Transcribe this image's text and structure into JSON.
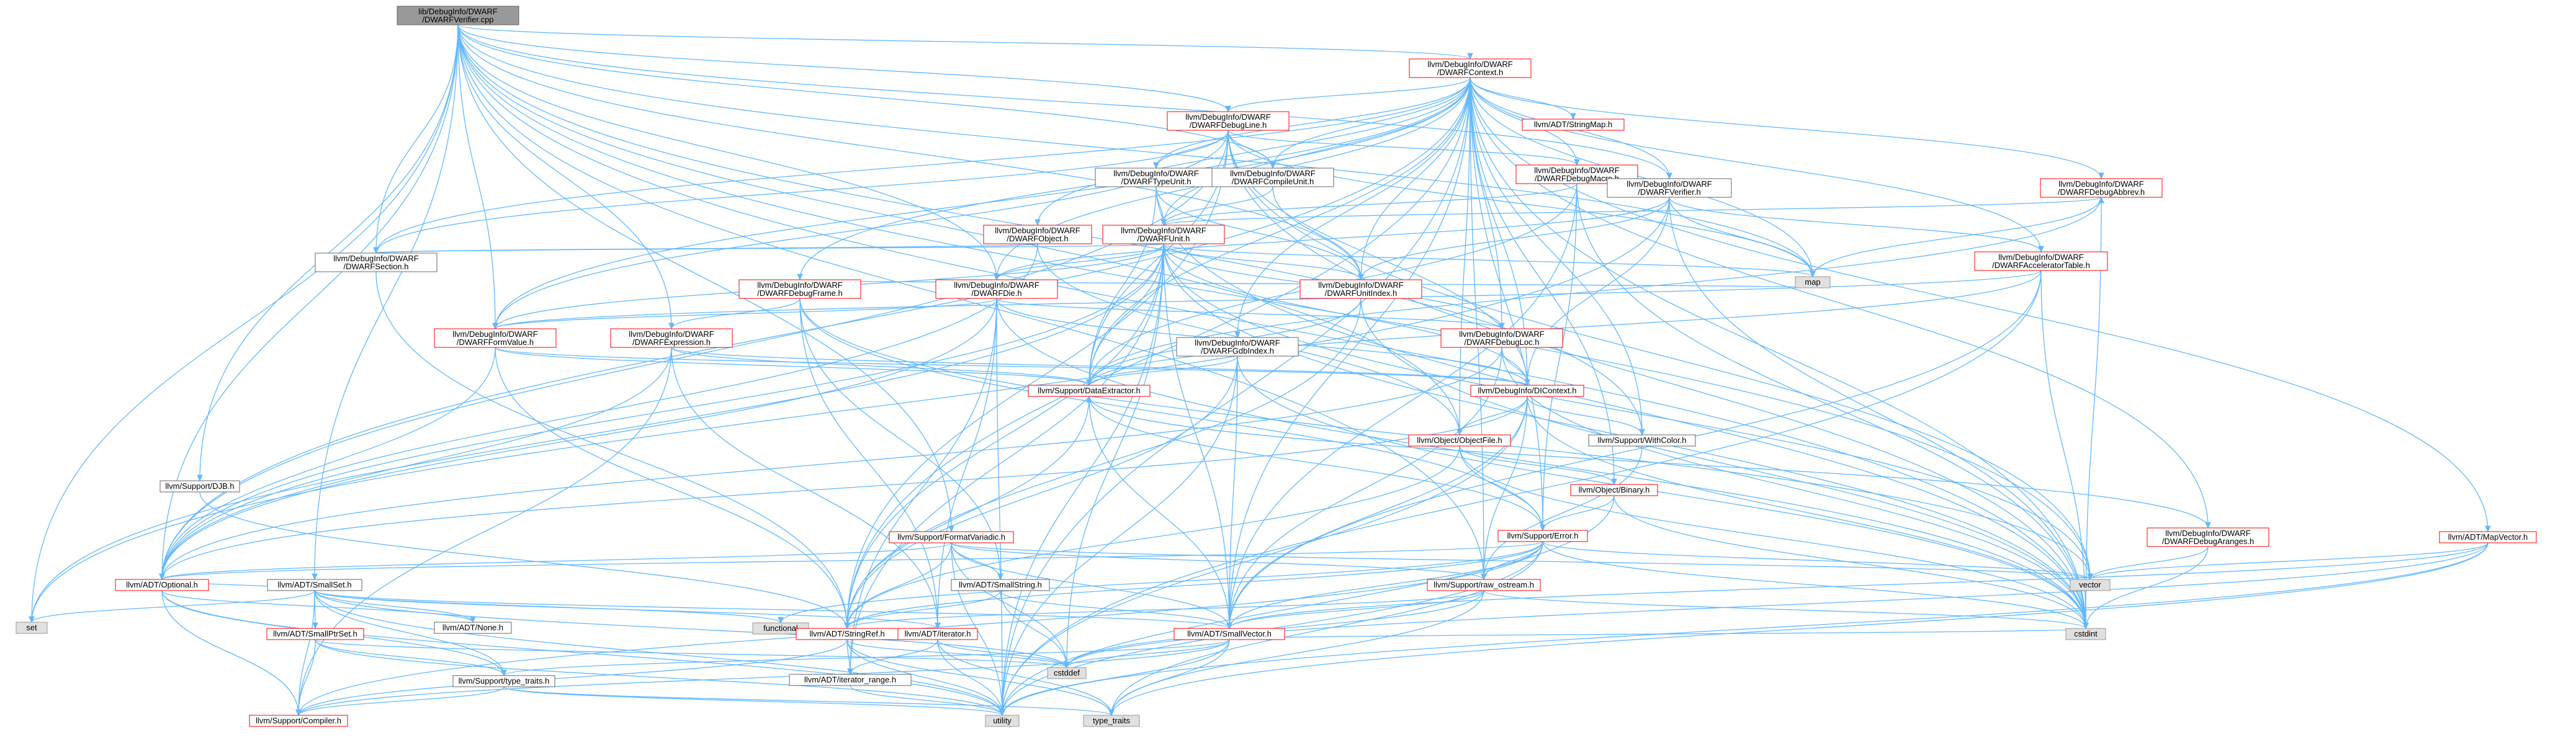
{
  "nodes": [
    {
      "id": "root",
      "lines": [
        "lib/DebugInfo/DWARF",
        "/DWARFVerifier.cpp"
      ],
      "style": "root"
    },
    {
      "id": "DWARFContext",
      "lines": [
        "llvm/DebugInfo/DWARF",
        "/DWARFContext.h"
      ],
      "style": "red"
    },
    {
      "id": "DWARFDebugLine",
      "lines": [
        "llvm/DebugInfo/DWARF",
        "/DWARFDebugLine.h"
      ],
      "style": "red"
    },
    {
      "id": "StringMap",
      "lines": [
        "llvm/ADT/StringMap.h"
      ],
      "style": "red"
    },
    {
      "id": "DWARFTypeUnit",
      "lines": [
        "llvm/DebugInfo/DWARF",
        "/DWARFTypeUnit.h"
      ],
      "style": "black"
    },
    {
      "id": "DWARFCompileUnit",
      "lines": [
        "llvm/DebugInfo/DWARF",
        "/DWARFCompileUnit.h"
      ],
      "style": "black"
    },
    {
      "id": "DWARFDebugMacro",
      "lines": [
        "llvm/DebugInfo/DWARF",
        "/DWARFDebugMacro.h"
      ],
      "style": "red"
    },
    {
      "id": "DWARFDebugAbbrev",
      "lines": [
        "llvm/DebugInfo/DWARF",
        "/DWARFDebugAbbrev.h"
      ],
      "style": "red"
    },
    {
      "id": "DWARFObject",
      "lines": [
        "llvm/DebugInfo/DWARF",
        "/DWARFObject.h"
      ],
      "style": "red"
    },
    {
      "id": "DWARFUnit",
      "lines": [
        "llvm/DebugInfo/DWARF",
        "/DWARFUnit.h"
      ],
      "style": "red"
    },
    {
      "id": "DWARFVerifier",
      "lines": [
        "llvm/DebugInfo/DWARF",
        "/DWARFVerifier.h"
      ],
      "style": "black"
    },
    {
      "id": "map",
      "lines": [
        "map"
      ],
      "style": "grey"
    },
    {
      "id": "DWARFAcceleratorTable",
      "lines": [
        "llvm/DebugInfo/DWARF",
        "/DWARFAcceleratorTable.h"
      ],
      "style": "red"
    },
    {
      "id": "DWARFSection",
      "lines": [
        "llvm/DebugInfo/DWARF",
        "/DWARFSection.h"
      ],
      "style": "black"
    },
    {
      "id": "DWARFDebugFrame",
      "lines": [
        "llvm/DebugInfo/DWARF",
        "/DWARFDebugFrame.h"
      ],
      "style": "red"
    },
    {
      "id": "DWARFDie",
      "lines": [
        "llvm/DebugInfo/DWARF",
        "/DWARFDie.h"
      ],
      "style": "red"
    },
    {
      "id": "DWARFUnitIndex",
      "lines": [
        "llvm/DebugInfo/DWARF",
        "/DWARFUnitIndex.h"
      ],
      "style": "red"
    },
    {
      "id": "DWARFFormValue",
      "lines": [
        "llvm/DebugInfo/DWARF",
        "/DWARFFormValue.h"
      ],
      "style": "red"
    },
    {
      "id": "DWARFExpression",
      "lines": [
        "llvm/DebugInfo/DWARF",
        "/DWARFExpression.h"
      ],
      "style": "red"
    },
    {
      "id": "DWARFGdbIndex",
      "lines": [
        "llvm/DebugInfo/DWARF",
        "/DWARFGdbIndex.h"
      ],
      "style": "black"
    },
    {
      "id": "DWARFDebugLoc",
      "lines": [
        "llvm/DebugInfo/DWARF",
        "/DWARFDebugLoc.h"
      ],
      "style": "red"
    },
    {
      "id": "DataExtractor",
      "lines": [
        "llvm/Support/DataExtractor.h"
      ],
      "style": "red"
    },
    {
      "id": "DIContext",
      "lines": [
        "llvm/DebugInfo/DIContext.h"
      ],
      "style": "red"
    },
    {
      "id": "ObjectFile",
      "lines": [
        "llvm/Object/ObjectFile.h"
      ],
      "style": "red"
    },
    {
      "id": "WithColor",
      "lines": [
        "llvm/Support/WithColor.h"
      ],
      "style": "black"
    },
    {
      "id": "Binary",
      "lines": [
        "llvm/Object/Binary.h"
      ],
      "style": "red"
    },
    {
      "id": "DJB",
      "lines": [
        "llvm/Support/DJB.h"
      ],
      "style": "black"
    },
    {
      "id": "FormatVariadic",
      "lines": [
        "llvm/Support/FormatVariadic.h"
      ],
      "style": "red"
    },
    {
      "id": "Error",
      "lines": [
        "llvm/Support/Error.h"
      ],
      "style": "red"
    },
    {
      "id": "DWARFDebugArangeSet",
      "lines": [
        "llvm/DebugInfo/DWARF",
        "/DWARFDebugAranges.h"
      ],
      "style": "red"
    },
    {
      "id": "MapVector",
      "lines": [
        "llvm/ADT/MapVector.h"
      ],
      "style": "red"
    },
    {
      "id": "Optional",
      "lines": [
        "llvm/ADT/Optional.h"
      ],
      "style": "red"
    },
    {
      "id": "SmallSet",
      "lines": [
        "llvm/ADT/SmallSet.h"
      ],
      "style": "black"
    },
    {
      "id": "SmallString",
      "lines": [
        "llvm/ADT/SmallString.h"
      ],
      "style": "black"
    },
    {
      "id": "raw_ostream",
      "lines": [
        "llvm/Support/raw_ostream.h"
      ],
      "style": "red"
    },
    {
      "id": "vector",
      "lines": [
        "vector"
      ],
      "style": "grey"
    },
    {
      "id": "set",
      "lines": [
        "set"
      ],
      "style": "grey"
    },
    {
      "id": "SmallPtrSet",
      "lines": [
        "llvm/ADT/SmallPtrSet.h"
      ],
      "style": "red"
    },
    {
      "id": "None",
      "lines": [
        "llvm/ADT/None.h"
      ],
      "style": "black"
    },
    {
      "id": "functional",
      "lines": [
        "functional"
      ],
      "style": "grey"
    },
    {
      "id": "StringRef",
      "lines": [
        "llvm/ADT/StringRef.h"
      ],
      "style": "red"
    },
    {
      "id": "iterator",
      "lines": [
        "llvm/ADT/iterator.h"
      ],
      "style": "red"
    },
    {
      "id": "SmallVector",
      "lines": [
        "llvm/ADT/SmallVector.h"
      ],
      "style": "red"
    },
    {
      "id": "cstdint",
      "lines": [
        "cstdint"
      ],
      "style": "grey"
    },
    {
      "id": "cstddef",
      "lines": [
        "cstddef"
      ],
      "style": "grey"
    },
    {
      "id": "type_traits_h",
      "lines": [
        "llvm/Support/type_traits.h"
      ],
      "style": "black"
    },
    {
      "id": "iterator_range",
      "lines": [
        "llvm/ADT/iterator_range.h"
      ],
      "style": "black"
    },
    {
      "id": "Compiler",
      "lines": [
        "llvm/Support/Compiler.h"
      ],
      "style": "red"
    },
    {
      "id": "utility",
      "lines": [
        "utility"
      ],
      "style": "grey"
    },
    {
      "id": "type_traits",
      "lines": [
        "type_traits"
      ],
      "style": "grey"
    }
  ],
  "edges": [
    [
      "root",
      "DWARFContext"
    ],
    [
      "root",
      "DWARFDebugLine"
    ],
    [
      "root",
      "DWARFVerifier"
    ],
    [
      "root",
      "DWARFSection"
    ],
    [
      "root",
      "DWARFDie"
    ],
    [
      "root",
      "DWARFFormValue"
    ],
    [
      "root",
      "DWARFExpression"
    ],
    [
      "root",
      "DWARFCompileUnit"
    ],
    [
      "root",
      "DJB"
    ],
    [
      "root",
      "FormatVariadic"
    ],
    [
      "root",
      "WithColor"
    ],
    [
      "root",
      "raw_ostream"
    ],
    [
      "root",
      "map"
    ],
    [
      "root",
      "set"
    ],
    [
      "root",
      "vector"
    ],
    [
      "root",
      "SmallSet"
    ],
    [
      "root",
      "Optional"
    ],
    [
      "root",
      "DWARFUnitIndex"
    ],
    [
      "root",
      "ObjectFile"
    ],
    [
      "root",
      "cstdint"
    ],
    [
      "DWARFContext",
      "DWARFDebugLine"
    ],
    [
      "DWARFContext",
      "StringMap"
    ],
    [
      "DWARFContext",
      "DWARFTypeUnit"
    ],
    [
      "DWARFContext",
      "DWARFCompileUnit"
    ],
    [
      "DWARFContext",
      "DWARFDebugMacro"
    ],
    [
      "DWARFContext",
      "DWARFDebugAbbrev"
    ],
    [
      "DWARFContext",
      "DWARFObject"
    ],
    [
      "DWARFContext",
      "DWARFUnit"
    ],
    [
      "DWARFContext",
      "DWARFVerifier"
    ],
    [
      "DWARFContext",
      "DWARFAcceleratorTable"
    ],
    [
      "DWARFContext",
      "DWARFDebugFrame"
    ],
    [
      "DWARFContext",
      "DWARFDie"
    ],
    [
      "DWARFContext",
      "DWARFUnitIndex"
    ],
    [
      "DWARFContext",
      "DWARFGdbIndex"
    ],
    [
      "DWARFContext",
      "DWARFDebugLoc"
    ],
    [
      "DWARFContext",
      "DataExtractor"
    ],
    [
      "DWARFContext",
      "DIContext"
    ],
    [
      "DWARFContext",
      "ObjectFile"
    ],
    [
      "DWARFContext",
      "WithColor"
    ],
    [
      "DWARFContext",
      "Binary"
    ],
    [
      "DWARFContext",
      "Error"
    ],
    [
      "DWARFContext",
      "DWARFDebugArangeSet"
    ],
    [
      "DWARFContext",
      "MapVector"
    ],
    [
      "DWARFContext",
      "Optional"
    ],
    [
      "DWARFContext",
      "SmallVector"
    ],
    [
      "DWARFContext",
      "StringRef"
    ],
    [
      "DWARFContext",
      "map"
    ],
    [
      "DWARFContext",
      "cstdint"
    ],
    [
      "DWARFContext",
      "utility"
    ],
    [
      "DWARFContext",
      "DWARFSection"
    ],
    [
      "DWARFContext",
      "DWARFFormValue"
    ],
    [
      "DWARFContext",
      "raw_ostream"
    ],
    [
      "DWARFDebugLine",
      "DWARFTypeUnit"
    ],
    [
      "DWARFDebugLine",
      "DWARFCompileUnit"
    ],
    [
      "DWARFDebugLine",
      "DWARFFormValue"
    ],
    [
      "DWARFDebugLine",
      "DIContext"
    ],
    [
      "DWARFDebugLine",
      "StringRef"
    ],
    [
      "DWARFDebugLine",
      "map"
    ],
    [
      "DWARFDebugLine",
      "vector"
    ],
    [
      "DWARFDebugLine",
      "cstdint"
    ],
    [
      "DWARFDebugLine",
      "DataExtractor"
    ],
    [
      "DWARFDebugLine",
      "DWARFDebugMacro"
    ],
    [
      "DWARFDebugLine",
      "DWARFSection"
    ],
    [
      "DWARFDebugLine",
      "Optional"
    ],
    [
      "DWARFTypeUnit",
      "DWARFUnit"
    ],
    [
      "DWARFTypeUnit",
      "DWARFUnitIndex"
    ],
    [
      "DWARFTypeUnit",
      "DataExtractor"
    ],
    [
      "DWARFTypeUnit",
      "cstdint"
    ],
    [
      "DWARFCompileUnit",
      "DWARFUnit"
    ],
    [
      "DWARFCompileUnit",
      "DWARFUnitIndex"
    ],
    [
      "DWARFDebugMacro",
      "DataExtractor"
    ],
    [
      "DWARFDebugMacro",
      "SmallVector"
    ],
    [
      "DWARFDebugMacro",
      "Error"
    ],
    [
      "DWARFDebugMacro",
      "cstdint"
    ],
    [
      "DWARFDebugMacro",
      "DWARFUnit"
    ],
    [
      "DWARFDebugAbbrev",
      "map"
    ],
    [
      "DWARFDebugAbbrev",
      "cstdint"
    ],
    [
      "DWARFDebugAbbrev",
      "DataExtractor"
    ],
    [
      "DWARFObject",
      "DWARFSection"
    ],
    [
      "DWARFObject",
      "ObjectFile"
    ],
    [
      "DWARFObject",
      "Optional"
    ],
    [
      "DWARFUnit",
      "DWARFDie"
    ],
    [
      "DWARFUnit",
      "DWARFUnitIndex"
    ],
    [
      "DWARFUnit",
      "DWARFFormValue"
    ],
    [
      "DWARFUnit",
      "DWARFSection"
    ],
    [
      "DWARFUnit",
      "DWARFDebugLoc"
    ],
    [
      "DWARFUnit",
      "DataExtractor"
    ],
    [
      "DWARFUnit",
      "DIContext"
    ],
    [
      "DWARFUnit",
      "Optional"
    ],
    [
      "DWARFUnit",
      "SmallVector"
    ],
    [
      "DWARFUnit",
      "StringRef"
    ],
    [
      "DWARFUnit",
      "iterator_range"
    ],
    [
      "DWARFUnit",
      "map"
    ],
    [
      "DWARFUnit",
      "vector"
    ],
    [
      "DWARFUnit",
      "cstdint"
    ],
    [
      "DWARFUnit",
      "cstddef"
    ],
    [
      "DWARFUnit",
      "utility"
    ],
    [
      "DWARFUnit",
      "set"
    ],
    [
      "DWARFUnit",
      "DWARFDebugAbbrev"
    ],
    [
      "DWARFVerifier",
      "DWARFAcceleratorTable"
    ],
    [
      "DWARFVerifier",
      "DWARFUnitIndex"
    ],
    [
      "DWARFVerifier",
      "DWARFDie"
    ],
    [
      "DWARFVerifier",
      "DIContext"
    ],
    [
      "DWARFVerifier",
      "map"
    ],
    [
      "DWARFVerifier",
      "set"
    ],
    [
      "DWARFVerifier",
      "cstdint"
    ],
    [
      "DWARFAcceleratorTable",
      "DWARFFormValue"
    ],
    [
      "DWARFAcceleratorTable",
      "DataExtractor"
    ],
    [
      "DWARFAcceleratorTable",
      "SmallVector"
    ],
    [
      "DWARFAcceleratorTable",
      "cstdint"
    ],
    [
      "DWARFAcceleratorTable",
      "utility"
    ],
    [
      "DWARFSection",
      "StringRef"
    ],
    [
      "DWARFDebugFrame",
      "DWARFExpression"
    ],
    [
      "DWARFDebugFrame",
      "Error"
    ],
    [
      "DWARFDebugFrame",
      "iterator"
    ],
    [
      "DWARFDebugFrame",
      "SmallString"
    ],
    [
      "DWARFDebugFrame",
      "map"
    ],
    [
      "DWARFDebugFrame",
      "vector"
    ],
    [
      "DWARFDie",
      "DWARFFormValue"
    ],
    [
      "DWARFDie",
      "DWARFDebugLoc"
    ],
    [
      "DWARFDie",
      "DIContext"
    ],
    [
      "DWARFDie",
      "Optional"
    ],
    [
      "DWARFDie",
      "iterator"
    ],
    [
      "DWARFDie",
      "iterator_range"
    ],
    [
      "DWARFDie",
      "cassert"
    ],
    [
      "DWARFDie",
      "cstdint"
    ],
    [
      "DWARFDie",
      "utility"
    ],
    [
      "DWARFUnitIndex",
      "DataExtractor"
    ],
    [
      "DWARFUnitIndex",
      "StringRef"
    ],
    [
      "DWARFUnitIndex",
      "cstdint"
    ],
    [
      "DWARFFormValue",
      "DIContext"
    ],
    [
      "DWARFFormValue",
      "DataExtractor"
    ],
    [
      "DWARFFormValue",
      "Optional"
    ],
    [
      "DWARFFormValue",
      "StringRef"
    ],
    [
      "DWARFExpression",
      "DataExtractor"
    ],
    [
      "DWARFExpression",
      "Optional"
    ],
    [
      "DWARFExpression",
      "iterator"
    ],
    [
      "DWARFExpression",
      "DIContext"
    ],
    [
      "DWARFExpression",
      "Compiler"
    ],
    [
      "DWARFGdbIndex",
      "SmallVector"
    ],
    [
      "DWARFGdbIndex",
      "StringRef"
    ],
    [
      "DWARFGdbIndex",
      "DataExtractor"
    ],
    [
      "DWARFGdbIndex",
      "utility"
    ],
    [
      "DWARFGdbIndex",
      "cstdint"
    ],
    [
      "DWARFDebugLoc",
      "DIContext"
    ],
    [
      "DWARFDebugLoc",
      "SmallVector"
    ],
    [
      "DWARFDebugLoc",
      "cstdint"
    ],
    [
      "DWARFDebugLoc",
      "Optional"
    ],
    [
      "DataExtractor",
      "Error"
    ],
    [
      "DataExtractor",
      "StringRef"
    ],
    [
      "DataExtractor",
      "SmallVector"
    ],
    [
      "DIContext",
      "ObjectFile"
    ],
    [
      "DIContext",
      "WithColor"
    ],
    [
      "DIContext",
      "raw_ostream"
    ],
    [
      "DIContext",
      "SmallVector"
    ],
    [
      "DIContext",
      "cstdint"
    ],
    [
      "DIContext",
      "Optional"
    ],
    [
      "DIContext",
      "utility"
    ],
    [
      "ObjectFile",
      "Binary"
    ],
    [
      "ObjectFile",
      "Error"
    ],
    [
      "ObjectFile",
      "StringRef"
    ],
    [
      "ObjectFile",
      "cstdint"
    ],
    [
      "WithColor",
      "raw_ostream"
    ],
    [
      "Binary",
      "Error"
    ],
    [
      "Binary",
      "utility"
    ],
    [
      "Binary",
      "cstdint"
    ],
    [
      "DJB",
      "StringRef"
    ],
    [
      "FormatVariadic",
      "Optional"
    ],
    [
      "FormatVariadic",
      "SmallString"
    ],
    [
      "FormatVariadic",
      "SmallVector"
    ],
    [
      "FormatVariadic",
      "StringRef"
    ],
    [
      "FormatVariadic",
      "raw_ostream"
    ],
    [
      "FormatVariadic",
      "cstddef"
    ],
    [
      "FormatVariadic",
      "utility"
    ],
    [
      "FormatVariadic",
      "vector"
    ],
    [
      "Error",
      "Optional"
    ],
    [
      "Error",
      "raw_ostream"
    ],
    [
      "Error",
      "SmallVector"
    ],
    [
      "Error",
      "StringRef"
    ],
    [
      "Error",
      "Compiler"
    ],
    [
      "Error",
      "cstdint"
    ],
    [
      "Error",
      "type_traits"
    ],
    [
      "Error",
      "utility"
    ],
    [
      "Error",
      "functional"
    ],
    [
      "Error",
      "vector"
    ],
    [
      "DWARFDebugArangeSet",
      "DataExtractor"
    ],
    [
      "DWARFDebugArangeSet",
      "vector"
    ],
    [
      "DWARFDebugArangeSet",
      "cstdint"
    ],
    [
      "MapVector",
      "SmallVector"
    ],
    [
      "MapVector",
      "vector"
    ],
    [
      "MapVector",
      "utility"
    ],
    [
      "MapVector",
      "type_traits"
    ],
    [
      "MapVector",
      "cstddef"
    ],
    [
      "Optional",
      "None"
    ],
    [
      "Optional",
      "type_traits_h"
    ],
    [
      "Optional",
      "Compiler"
    ],
    [
      "Optional",
      "utility"
    ],
    [
      "Optional",
      "cassert"
    ],
    [
      "SmallSet",
      "SmallPtrSet"
    ],
    [
      "SmallSet",
      "SmallVector"
    ],
    [
      "SmallSet",
      "None"
    ],
    [
      "SmallSet",
      "iterator"
    ],
    [
      "SmallSet",
      "Optional"
    ],
    [
      "SmallSet",
      "type_traits_h"
    ],
    [
      "SmallSet",
      "Compiler"
    ],
    [
      "SmallSet",
      "functional"
    ],
    [
      "SmallSet",
      "set"
    ],
    [
      "SmallSet",
      "utility"
    ],
    [
      "SmallSet",
      "cstddef"
    ],
    [
      "SmallString",
      "SmallVector"
    ],
    [
      "SmallString",
      "StringRef"
    ],
    [
      "SmallString",
      "cstddef"
    ],
    [
      "raw_ostream",
      "StringRef"
    ],
    [
      "raw_ostream",
      "cstdint"
    ],
    [
      "raw_ostream",
      "cstddef"
    ],
    [
      "raw_ostream",
      "type_traits"
    ],
    [
      "raw_ostream",
      "SmallVector"
    ],
    [
      "SmallPtrSet",
      "type_traits_h"
    ],
    [
      "SmallPtrSet",
      "Compiler"
    ],
    [
      "SmallPtrSet",
      "cstddef"
    ],
    [
      "SmallPtrSet",
      "utility"
    ],
    [
      "StringRef",
      "iterator_range"
    ],
    [
      "StringRef",
      "Compiler"
    ],
    [
      "StringRef",
      "cstddef"
    ],
    [
      "StringRef",
      "utility"
    ],
    [
      "StringRef",
      "type_traits"
    ],
    [
      "iterator",
      "iterator_range"
    ],
    [
      "iterator",
      "cstddef"
    ],
    [
      "iterator",
      "type_traits"
    ],
    [
      "iterator",
      "utility"
    ],
    [
      "SmallVector",
      "type_traits_h"
    ],
    [
      "SmallVector",
      "Compiler"
    ],
    [
      "SmallVector",
      "cstddef"
    ],
    [
      "SmallVector",
      "cstdint"
    ],
    [
      "SmallVector",
      "utility"
    ],
    [
      "SmallVector",
      "type_traits"
    ],
    [
      "type_traits_h",
      "Compiler"
    ],
    [
      "type_traits_h",
      "utility"
    ],
    [
      "type_traits_h",
      "type_traits"
    ],
    [
      "iterator_range",
      "utility"
    ]
  ]
}
